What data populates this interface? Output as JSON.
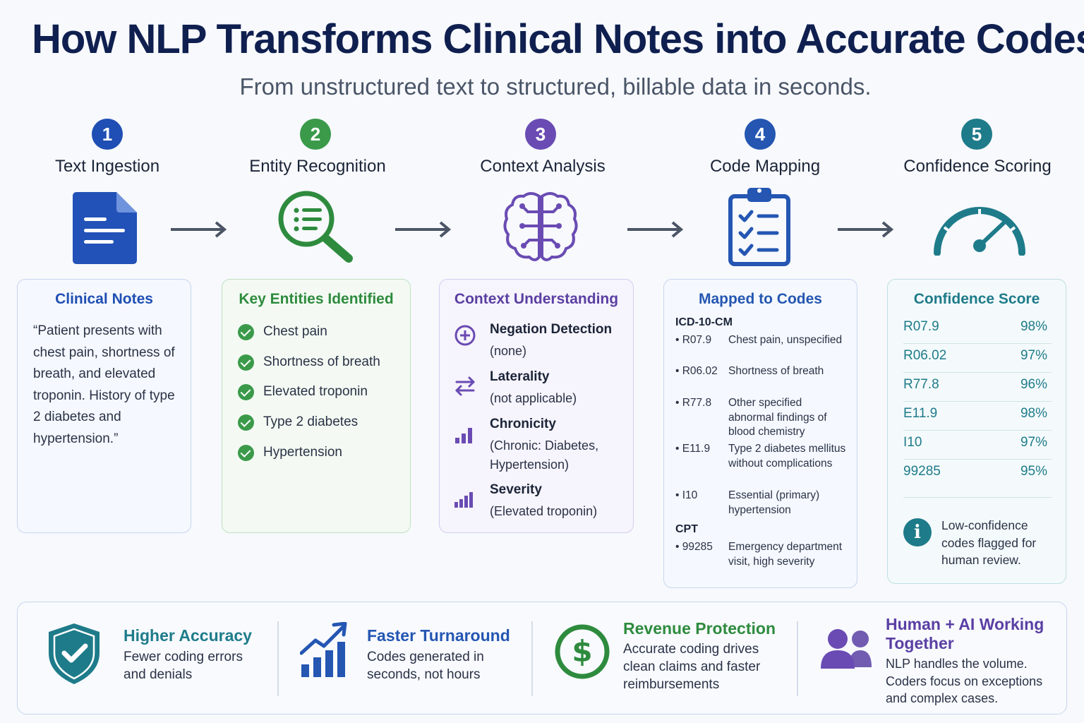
{
  "title": "How NLP Transforms Clinical Notes into Accurate Codes",
  "subtitle": "From unstructured text to structured, billable data in seconds.",
  "colors": {
    "blue": "#1f4fb4",
    "green": "#2e8b3e",
    "purple": "#6a4bb3",
    "navy": "#2456b2",
    "teal": "#1e7b8a"
  },
  "steps": [
    {
      "num": "1",
      "label": "Text Ingestion",
      "icon": "document-icon"
    },
    {
      "num": "2",
      "label": "Entity Recognition",
      "icon": "magnifier-list-icon"
    },
    {
      "num": "3",
      "label": "Context Analysis",
      "icon": "brain-circuit-icon"
    },
    {
      "num": "4",
      "label": "Code Mapping",
      "icon": "clipboard-checklist-icon"
    },
    {
      "num": "5",
      "label": "Confidence Scoring",
      "icon": "gauge-icon"
    }
  ],
  "clinical_notes": {
    "title": "Clinical Notes",
    "text": "“Patient presents with chest pain, shortness of breath, and elevated troponin. History of type 2 diabetes and hypertension.”"
  },
  "entities": {
    "title": "Key Entities Identified",
    "items": [
      "Chest pain",
      "Shortness of breath",
      "Elevated troponin",
      "Type 2 diabetes",
      "Hypertension"
    ]
  },
  "context": {
    "title": "Context Understanding",
    "items": [
      {
        "heading": "Negation Detection",
        "detail": "(none)",
        "icon": "plus-circle-icon"
      },
      {
        "heading": "Laterality",
        "detail": "(not applicable)",
        "icon": "swap-arrows-icon"
      },
      {
        "heading": "Chronicity",
        "detail": "(Chronic: Diabetes, Hypertension)",
        "icon": "bar-chart-icon"
      },
      {
        "heading": "Severity",
        "detail": "(Elevated troponin)",
        "icon": "bar-chart-icon"
      }
    ]
  },
  "codes": {
    "title": "Mapped to Codes",
    "icd_label": "ICD-10-CM",
    "icd": [
      {
        "code": "• R07.9",
        "desc": "Chest pain, unspecified"
      },
      {
        "code": "• R06.02",
        "desc": "Shortness of breath"
      },
      {
        "code": "• R77.8",
        "desc": "Other specified abnormal findings of blood chemistry"
      },
      {
        "code": "• E11.9",
        "desc": "Type 2 diabetes mellitus without complications"
      },
      {
        "code": "• I10",
        "desc": "Essential (primary) hypertension"
      }
    ],
    "cpt_label": "CPT",
    "cpt": [
      {
        "code": "• 99285",
        "desc": "Emergency department visit, high severity"
      }
    ]
  },
  "confidence": {
    "title": "Confidence Score",
    "rows": [
      {
        "code": "R07.9",
        "pct": "98%"
      },
      {
        "code": "R06.02",
        "pct": "97%"
      },
      {
        "code": "R77.8",
        "pct": "96%"
      },
      {
        "code": "E11.9",
        "pct": "98%"
      },
      {
        "code": "I10",
        "pct": "97%"
      },
      {
        "code": "99285",
        "pct": "95%"
      }
    ],
    "info_glyph": "i",
    "note": "Low-confidence codes flagged for human review."
  },
  "benefits": [
    {
      "title": "Higher Accuracy",
      "desc": "Fewer coding errors and denials",
      "icon": "shield-check-icon"
    },
    {
      "title": "Faster Turnaround",
      "desc": "Codes generated in seconds, not hours",
      "icon": "growth-chart-icon"
    },
    {
      "title": "Revenue Protection",
      "desc": "Accurate coding drives clean claims and faster reimbursements",
      "icon": "dollar-circle-icon",
      "symbol": "$"
    },
    {
      "title": "Human + AI Working Together",
      "desc": "NLP handles the volume. Coders focus on exceptions and complex cases.",
      "icon": "people-icon"
    }
  ]
}
